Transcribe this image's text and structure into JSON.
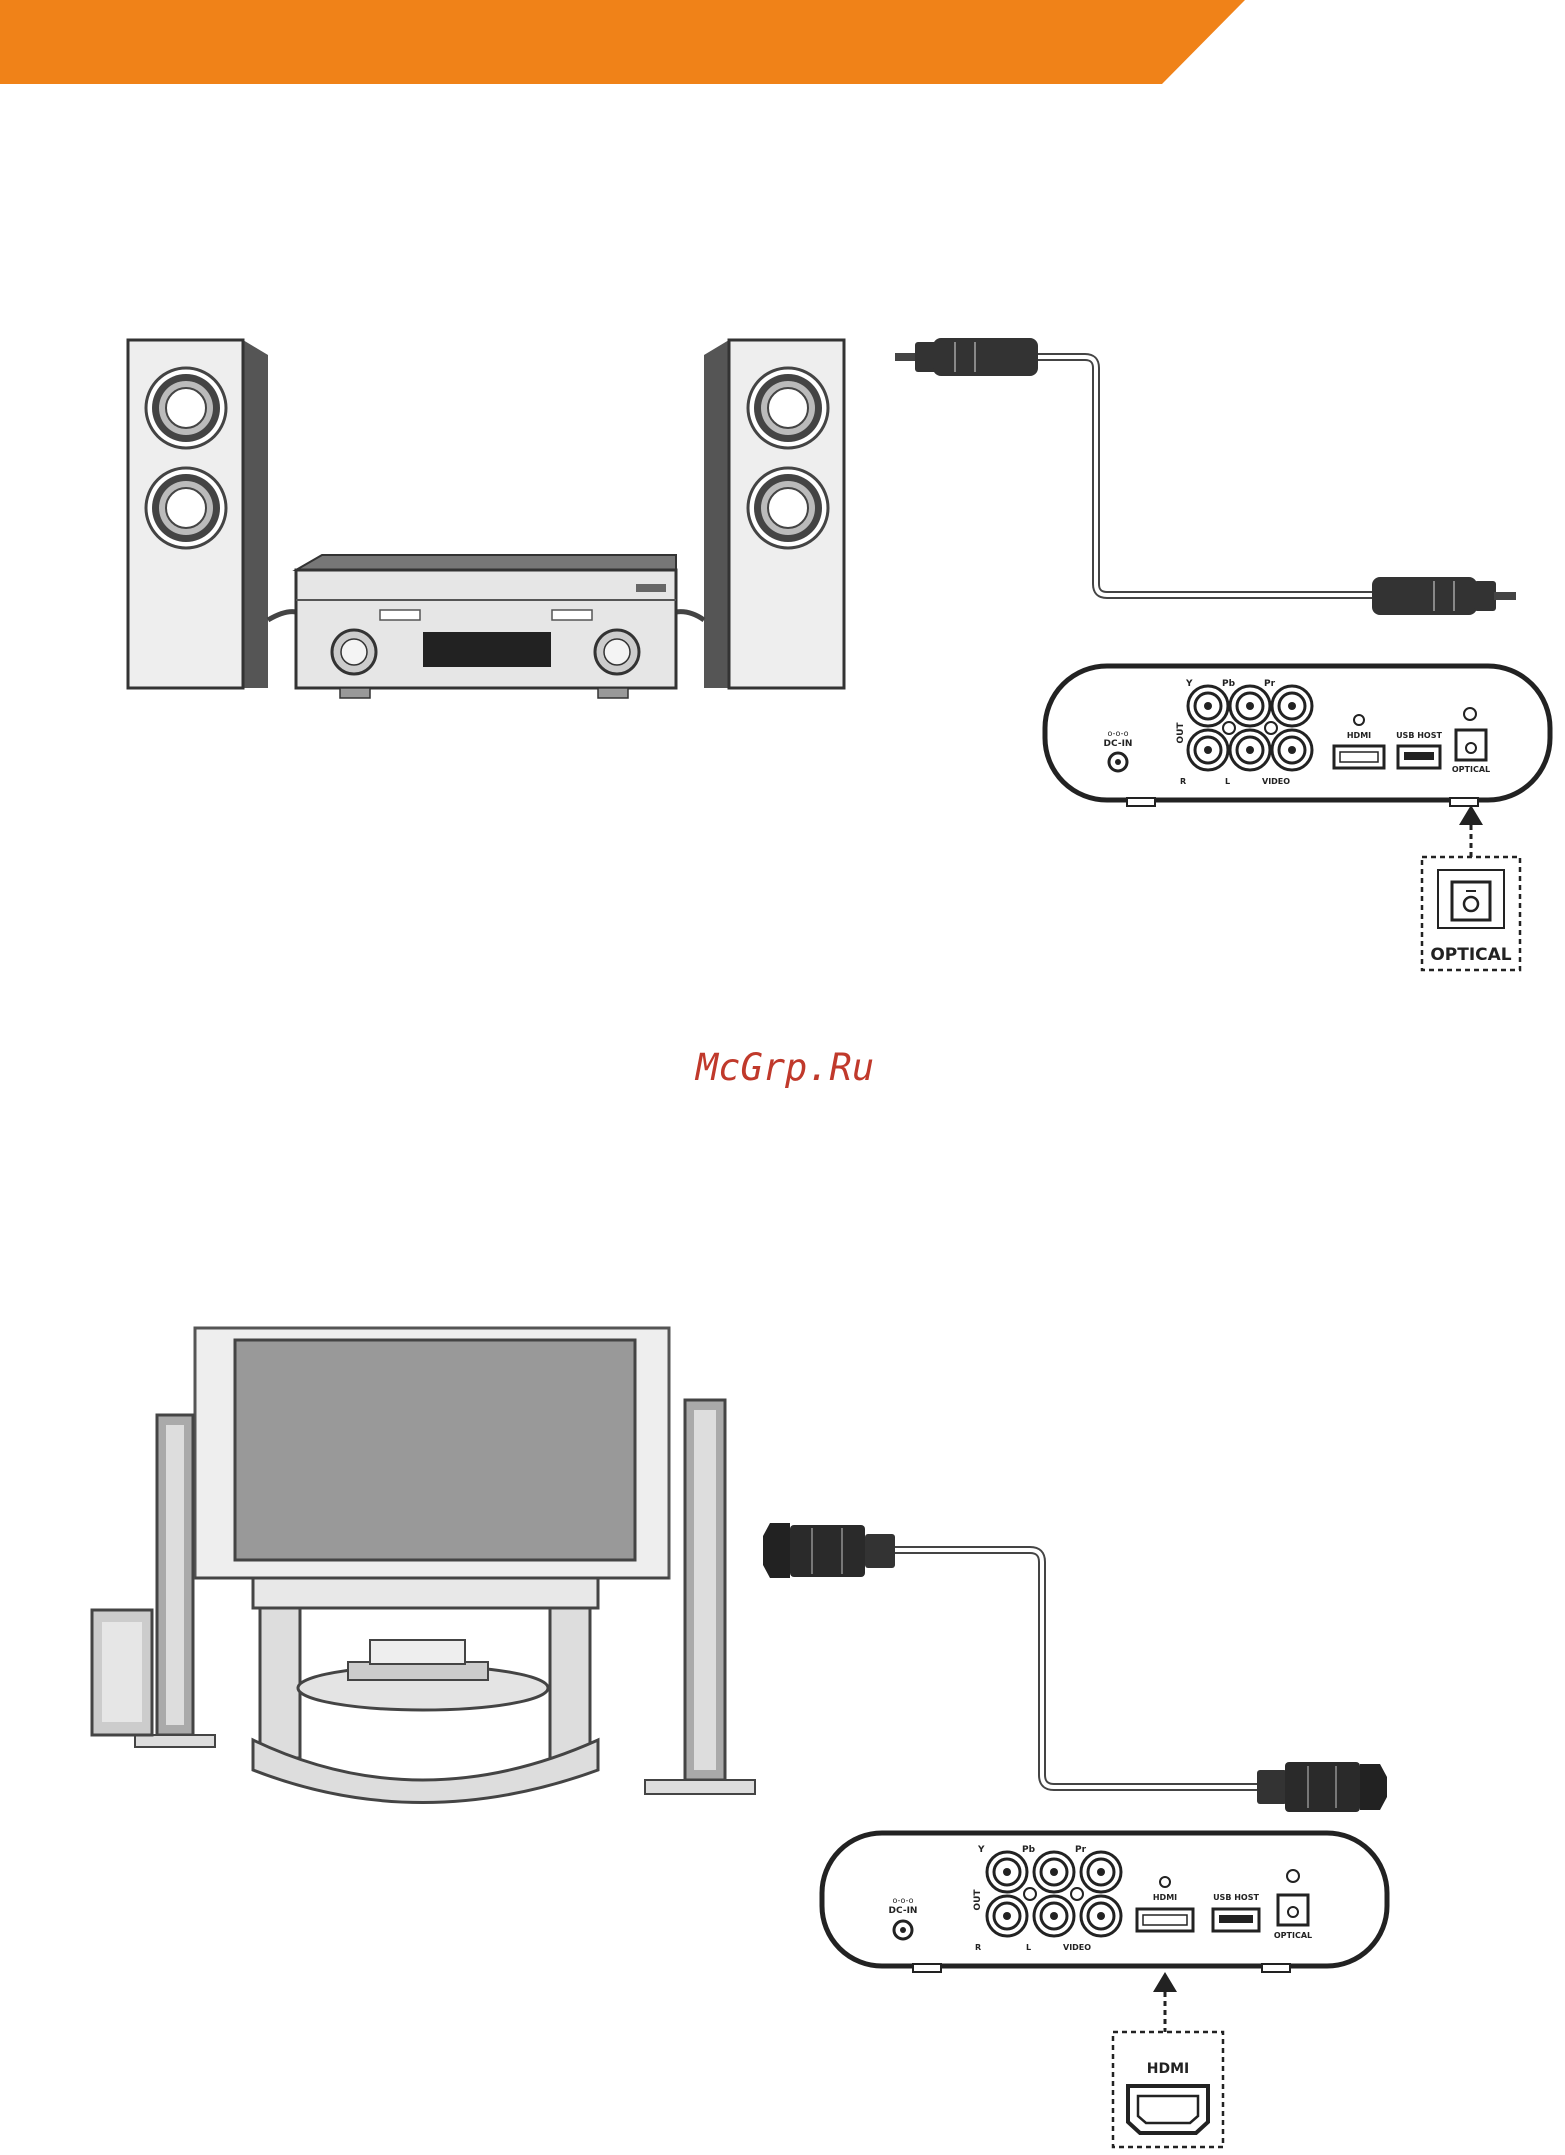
{
  "brand": {
    "accent_color": "#f08218"
  },
  "watermark": {
    "text": "McGrp.Ru",
    "color": "#c0392b"
  },
  "figure_optical": {
    "panel": {
      "dc_in": "DC-IN",
      "out": "OUT",
      "y": "Y",
      "pb": "Pb",
      "pr": "Pr",
      "r": "R",
      "l": "L",
      "video": "VIDEO",
      "hdmi": "HDMI",
      "usb_host": "USB HOST",
      "optical": "OPTICAL"
    },
    "callout_label": "OPTICAL"
  },
  "figure_hdmi": {
    "panel": {
      "dc_in": "DC-IN",
      "out": "OUT",
      "y": "Y",
      "pb": "Pb",
      "pr": "Pr",
      "r": "R",
      "l": "L",
      "video": "VIDEO",
      "hdmi": "HDMI",
      "usb_host": "USB HOST",
      "optical": "OPTICAL"
    },
    "callout_label": "HDMI"
  }
}
